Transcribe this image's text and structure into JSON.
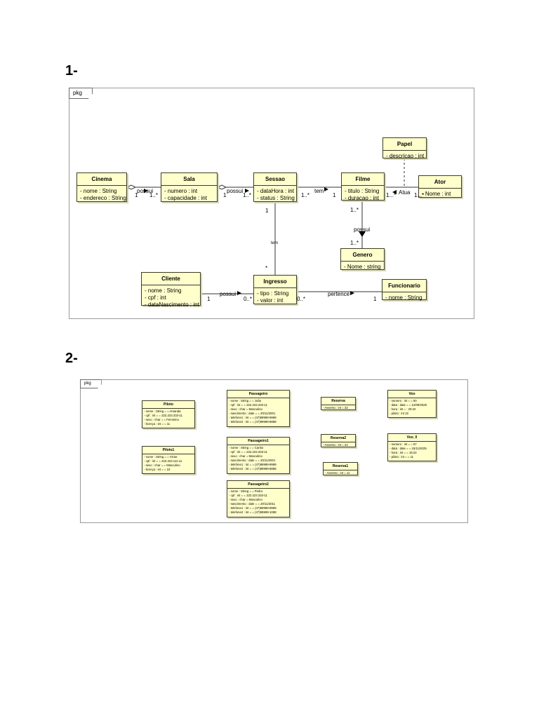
{
  "headings": [
    "1-",
    "2-"
  ],
  "diagram1": {
    "frame_label": "pkg",
    "classes": {
      "cinema": {
        "name": "Cinema",
        "attrs": [
          "- nome : String",
          "- endereco : String"
        ]
      },
      "sala": {
        "name": "Sala",
        "attrs": [
          "- numero : int",
          "- capacidade : int"
        ]
      },
      "sessao": {
        "name": "Sessao",
        "attrs": [
          "- dataHora : int",
          "- status : String"
        ]
      },
      "filme": {
        "name": "Filme",
        "attrs": [
          "- titulo : String",
          "- duracao : int"
        ]
      },
      "ator": {
        "name": "Ator",
        "attrs": [
          "- Nome : int"
        ]
      },
      "papel": {
        "name": "Papel",
        "attrs": [
          "- descricao : int"
        ]
      },
      "genero": {
        "name": "Genero",
        "attrs": [
          "- Nome : string"
        ]
      },
      "cliente": {
        "name": "Cliente",
        "attrs": [
          "- nome : String",
          "- cpf : int",
          "- dataNascimento : int"
        ]
      },
      "ingresso": {
        "name": "Ingresso",
        "attrs": [
          "- tipo : String",
          "- valor : int"
        ]
      },
      "funcionario": {
        "name": "Funcionario",
        "attrs": [
          "- nome : String"
        ]
      }
    },
    "labels": {
      "cinema_sala_name": "possui",
      "cinema_sala_m1": "1",
      "cinema_sala_m2": "1..*",
      "sala_sessao_name": "possui",
      "sala_sessao_m1": "1",
      "sala_sessao_m2": "1..*",
      "sessao_filme_name": "tem",
      "sessao_filme_m1": "1..*",
      "sessao_filme_m2": "1",
      "filme_ator_name": "Atua",
      "filme_ator_m1": "1...*",
      "filme_ator_m2": "1...*",
      "filme_genero_name": "possui",
      "filme_genero_m1": "1..*",
      "filme_genero_m2": "1..*",
      "sessao_ingresso_name": "tem",
      "sessao_ingresso_m1": "1",
      "sessao_ingresso_m2": "*",
      "cliente_ingresso_name": "possui",
      "cliente_ingresso_m1": "1",
      "cliente_ingresso_m2": "0..*",
      "ingresso_func_name": "pertence",
      "ingresso_func_m1": "0..*",
      "ingresso_func_m2": "1"
    }
  },
  "diagram2": {
    "frame_label": "pkg",
    "objects": {
      "piloto": {
        "name": "Piloto",
        "attrs": [
          "- nome : String = = Amanda",
          "- cpf : int = = 222.223.333-11",
          "- sexo : char = = Feminino",
          "- licença : int = = 11"
        ]
      },
      "piloto1": {
        "name": "Piloto1",
        "attrs": [
          "- nome : String = = Victor",
          "- cpf : int = = 222.223.111-11",
          "- sexo : char = = Masculino",
          "- licença : int = = 22"
        ]
      },
      "passageiro": {
        "name": "Passageiro",
        "attrs": [
          "- nome : String = = João",
          "- cpf : int = = 222.223.333-11",
          "- sexo : char = Masculino",
          "- nascimento : date = = 20/11/2001",
          "- telefone1 : int = = (47)99999-9999",
          "- telefone2 : int = = (47)99999-8888"
        ]
      },
      "passageiro1": {
        "name": "Passageiro1",
        "attrs": [
          "- nome : String = = Carlos",
          "- cpf : int = = 222.223.333-11",
          "- sexo : char = Masculino",
          "- nascimento : date = = 20/11/2001",
          "- telefone1 : int = = (47)99999-9999",
          "- telefone2 : int = = (47)99999-8888"
        ]
      },
      "passageiro2": {
        "name": "Passageiro2",
        "attrs": [
          "- nome : String = = Pedro",
          "- cpf : int = = 222.223.333-11",
          "- sexo : char = Masculino",
          "- nascimento : date = = 20/11/2011",
          "- telefone1 : int = = (47)99999-9999",
          "- telefone2 : int = = (47)99999-1088"
        ]
      },
      "reserva": {
        "name": "Reserva",
        "attrs": [
          "- Assento : int = 32"
        ]
      },
      "reserva2": {
        "name": "Reserva2",
        "attrs": [
          "- Assento : int = 22"
        ]
      },
      "reserva1": {
        "name": "Reserva1",
        "attrs": [
          "- Assento : int = 11"
        ]
      },
      "voo": {
        "name": "Voo",
        "attrs": [
          "- numero : int = = 50",
          "- data : date = = 12/09/2025",
          "- hora : int = : 20:22",
          "- piloto : int 22"
        ]
      },
      "voo0": {
        "name": "Voo_0",
        "attrs": [
          "- numero : int = = 57",
          "- data : date = = 15/11/2025",
          "- hora : int = = 15:22",
          "- piloto : int = = 11"
        ]
      }
    }
  }
}
